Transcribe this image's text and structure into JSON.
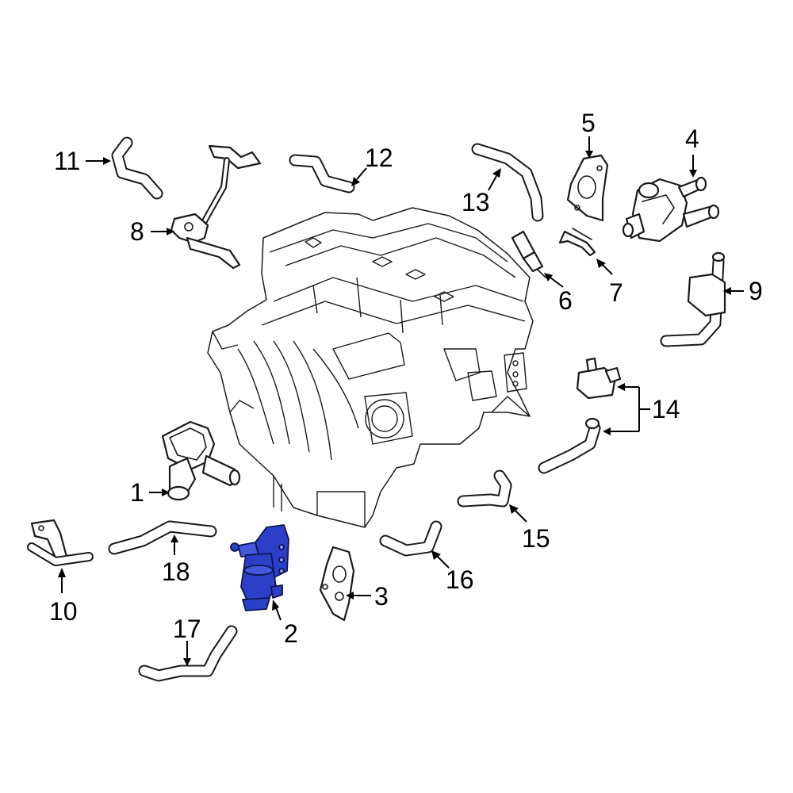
{
  "colors": {
    "background": "#ffffff",
    "line": "#1a1a1a",
    "highlight": "#2b3fc9"
  },
  "callouts": [
    {
      "id": "1",
      "label": "1"
    },
    {
      "id": "2",
      "label": "2"
    },
    {
      "id": "3",
      "label": "3"
    },
    {
      "id": "4",
      "label": "4"
    },
    {
      "id": "5",
      "label": "5"
    },
    {
      "id": "6",
      "label": "6"
    },
    {
      "id": "7",
      "label": "7"
    },
    {
      "id": "8",
      "label": "8"
    },
    {
      "id": "9",
      "label": "9"
    },
    {
      "id": "10",
      "label": "10"
    },
    {
      "id": "11",
      "label": "11"
    },
    {
      "id": "12",
      "label": "12"
    },
    {
      "id": "13",
      "label": "13"
    },
    {
      "id": "14",
      "label": "14"
    },
    {
      "id": "15",
      "label": "15"
    },
    {
      "id": "16",
      "label": "16"
    },
    {
      "id": "17",
      "label": "17"
    },
    {
      "id": "18",
      "label": "18"
    }
  ],
  "highlighted_part": "2"
}
